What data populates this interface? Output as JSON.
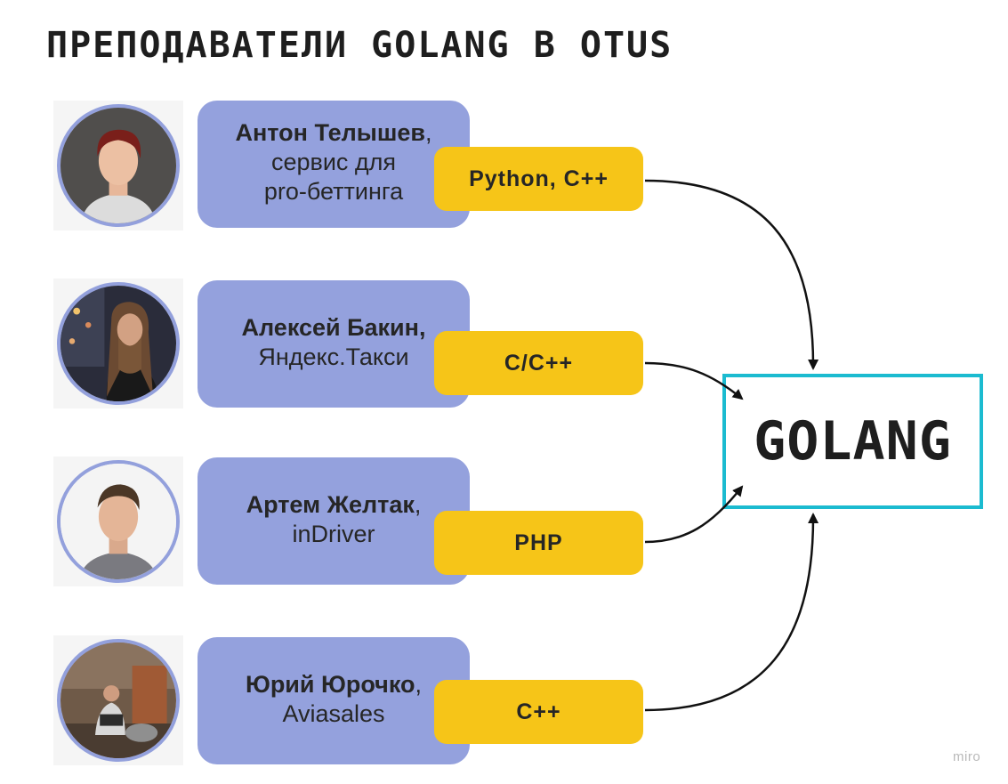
{
  "title": "ПРЕПОДАВАТЕЛИ GOLANG В OTUS",
  "target": {
    "label": "GOLANG"
  },
  "teachers": [
    {
      "name": "Антон Телышев",
      "punct": ",",
      "company_lines": [
        "сервис для",
        "pro-беттинга"
      ],
      "language": "Python, C++"
    },
    {
      "name": "Алексей Бакин,",
      "punct": "",
      "company_lines": [
        "Яндекс.Такси"
      ],
      "language": "C/C++"
    },
    {
      "name": "Артем Желтак",
      "punct": ",",
      "company_lines": [
        "inDriver"
      ],
      "language": "PHP"
    },
    {
      "name": "Юрий Юрочко",
      "punct": ",",
      "company_lines": [
        "Aviasales"
      ],
      "language": "C++"
    }
  ],
  "watermark": "miro",
  "colors": {
    "card": "#94a1dd",
    "tag": "#f6c518",
    "target_border": "#1bbbd0",
    "avatar_ring": "#93a0dc"
  },
  "icons": [
    "portrait-photo",
    "arrow"
  ]
}
